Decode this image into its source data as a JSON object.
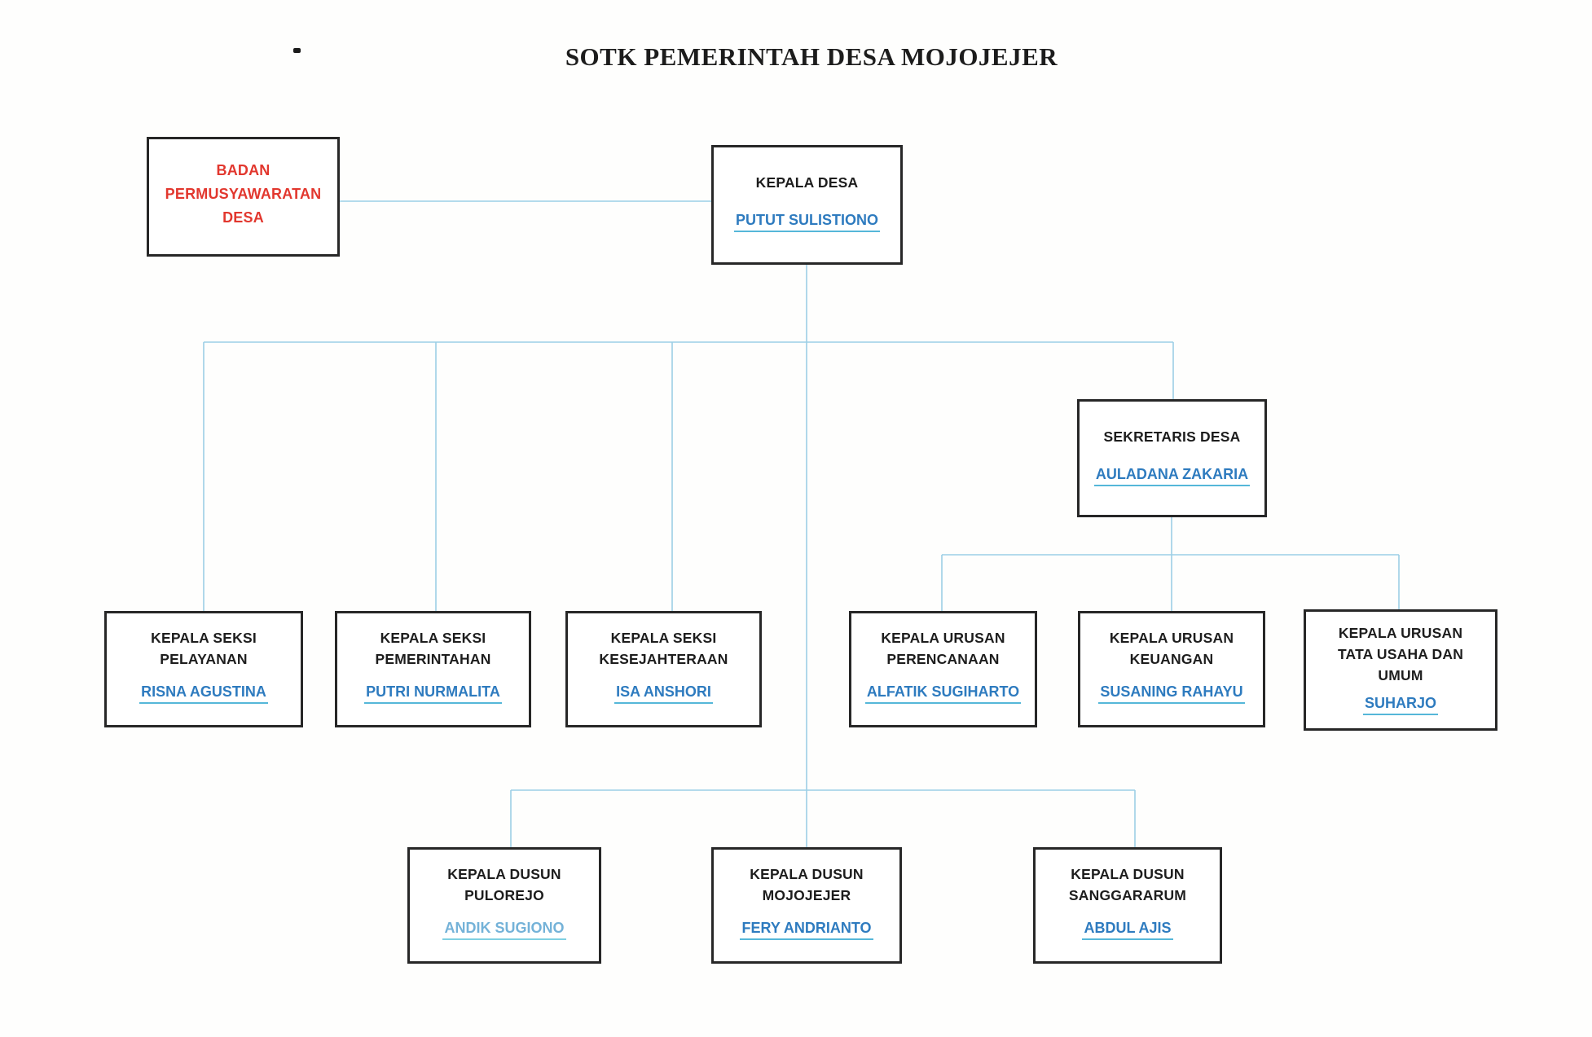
{
  "title": "SOTK PEMERINTAH DESA MOJOJEJER",
  "colors": {
    "name_link": "#2e7bbf",
    "name_link_faded": "#74b2d8",
    "name_underline": "#55b7d9",
    "bpd_text": "#e2372e",
    "connector_line": "#9ccfe6",
    "box_border": "#272727",
    "role_text": "#1d1d1d"
  },
  "nodes": {
    "bpd": {
      "title": "BADAN\nPERMUSYAWARATAN\nDESA",
      "name": ""
    },
    "kepala_desa": {
      "title": "KEPALA DESA",
      "name": "PUTUT SULISTIONO"
    },
    "sekretaris_desa": {
      "title": "SEKRETARIS DESA",
      "name": "AULADANA ZAKARIA"
    },
    "seksi_pelayanan": {
      "title": "KEPALA SEKSI\nPELAYANAN",
      "name": "RISNA AGUSTINA"
    },
    "seksi_pemerintahan": {
      "title": "KEPALA SEKSI\nPEMERINTAHAN",
      "name": "PUTRI NURMALITA"
    },
    "seksi_kesejahteraan": {
      "title": "KEPALA SEKSI\nKESEJAHTERAAN",
      "name": "ISA ANSHORI"
    },
    "urusan_perencanaan": {
      "title": "KEPALA URUSAN\nPERENCANAAN",
      "name": "ALFATIK SUGIHARTO"
    },
    "urusan_keuangan": {
      "title": "KEPALA URUSAN\nKEUANGAN",
      "name": "SUSANING RAHAYU"
    },
    "urusan_tata_usaha": {
      "title": "KEPALA URUSAN\nTATA USAHA DAN\nUMUM",
      "name": "SUHARJO"
    },
    "dusun_pulorejo": {
      "title": "KEPALA DUSUN\nPULOREJO",
      "name": "ANDIK SUGIONO"
    },
    "dusun_mojojejer": {
      "title": "KEPALA DUSUN\nMOJOJEJER",
      "name": "FERY ANDRIANTO"
    },
    "dusun_sanggararum": {
      "title": "KEPALA DUSUN\nSANGGARARUM",
      "name": "ABDUL AJIS"
    }
  },
  "edges": [
    [
      "badan-permusyawaratan-desa",
      "kepala-desa"
    ],
    [
      "kepala-desa",
      "kepala-seksi-pelayanan"
    ],
    [
      "kepala-desa",
      "kepala-seksi-pemerintahan"
    ],
    [
      "kepala-desa",
      "kepala-seksi-kesejahteraan"
    ],
    [
      "kepala-desa",
      "sekretaris-desa"
    ],
    [
      "sekretaris-desa",
      "kepala-urusan-perencanaan"
    ],
    [
      "sekretaris-desa",
      "kepala-urusan-keuangan"
    ],
    [
      "sekretaris-desa",
      "kepala-urusan-tata-usaha-dan-umum"
    ],
    [
      "kepala-desa",
      "kepala-dusun-pulorejo"
    ],
    [
      "kepala-desa",
      "kepala-dusun-mojojejer"
    ],
    [
      "kepala-desa",
      "kepala-dusun-sanggararum"
    ]
  ]
}
